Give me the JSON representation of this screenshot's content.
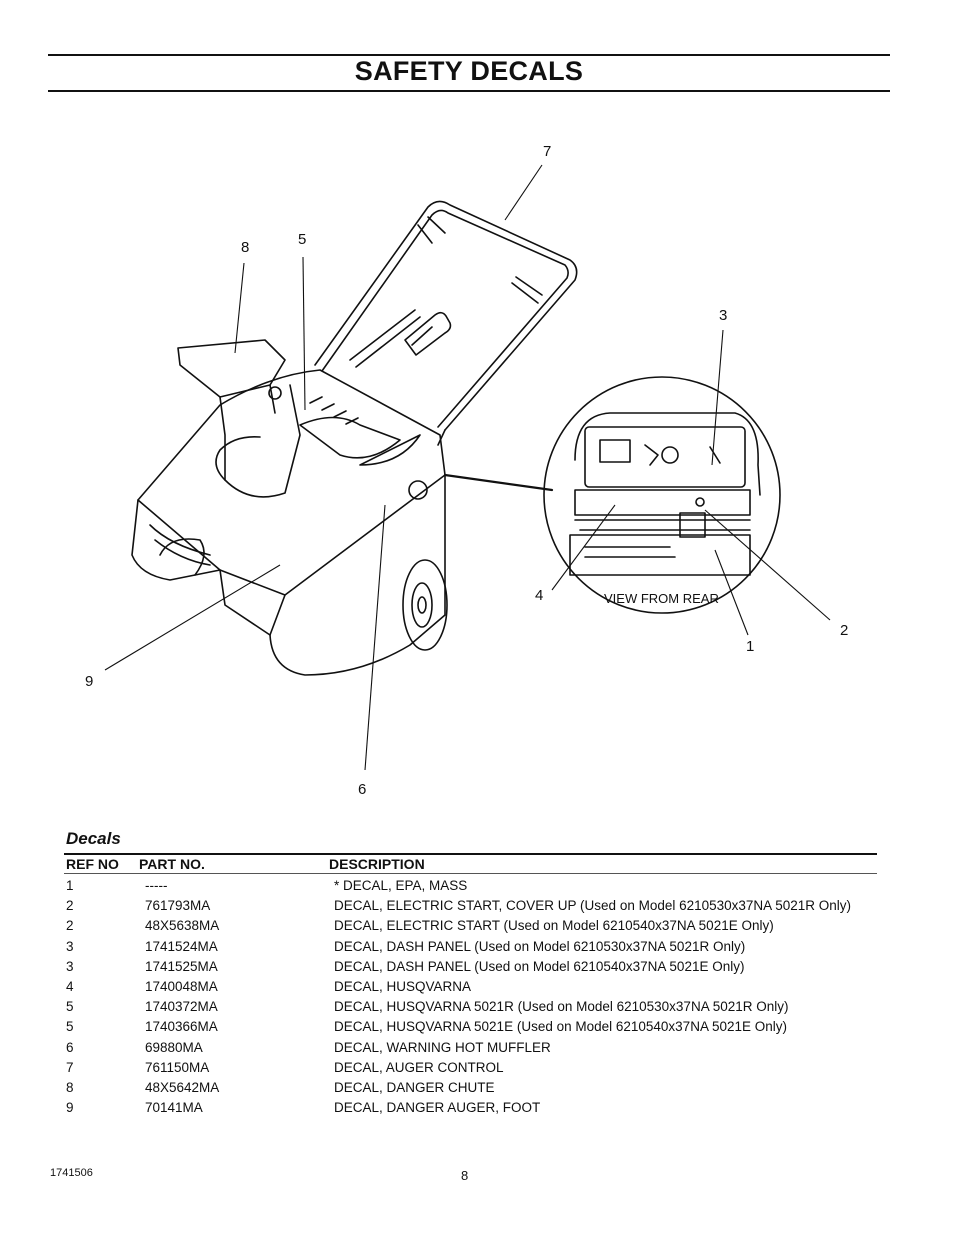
{
  "header": {
    "title": "SAFETY DECALS"
  },
  "figure": {
    "callouts": [
      "1",
      "2",
      "3",
      "4",
      "5",
      "6",
      "7",
      "8",
      "9"
    ],
    "inset_label": "VIEW FROM REAR"
  },
  "decals": {
    "section_title": "Decals",
    "columns": [
      "REF NO",
      "PART NO.",
      "DESCRIPTION"
    ],
    "rows": [
      {
        "ref": "1",
        "part": "-----",
        "desc": "* DECAL, EPA, MASS"
      },
      {
        "ref": "2",
        "part": "761793MA",
        "desc": "DECAL, ELECTRIC START, COVER UP (Used on Model 6210530x37NA 5021R Only)"
      },
      {
        "ref": "2",
        "part": "48X5638MA",
        "desc": "DECAL, ELECTRIC START (Used on Model 6210540x37NA 5021E Only)"
      },
      {
        "ref": "3",
        "part": "1741524MA",
        "desc": "DECAL, DASH PANEL (Used on Model 6210530x37NA 5021R Only)"
      },
      {
        "ref": "3",
        "part": "1741525MA",
        "desc": "DECAL, DASH PANEL (Used on Model 6210540x37NA 5021E Only)"
      },
      {
        "ref": "4",
        "part": "1740048MA",
        "desc": "DECAL, HUSQVARNA"
      },
      {
        "ref": "5",
        "part": "1740372MA",
        "desc": "DECAL, HUSQVARNA 5021R (Used on Model 6210530x37NA 5021R Only)"
      },
      {
        "ref": "5",
        "part": "1740366MA",
        "desc": "DECAL, HUSQVARNA 5021E (Used on Model 6210540x37NA 5021E Only)"
      },
      {
        "ref": "6",
        "part": "69880MA",
        "desc": "DECAL, WARNING HOT MUFFLER"
      },
      {
        "ref": "7",
        "part": "761150MA",
        "desc": "DECAL, AUGER CONTROL"
      },
      {
        "ref": "8",
        "part": "48X5642MA",
        "desc": "DECAL, DANGER CHUTE"
      },
      {
        "ref": "9",
        "part": "70141MA",
        "desc": "DECAL, DANGER AUGER, FOOT"
      }
    ]
  },
  "footer": {
    "doc_number": "1741506",
    "page_number": "8"
  }
}
